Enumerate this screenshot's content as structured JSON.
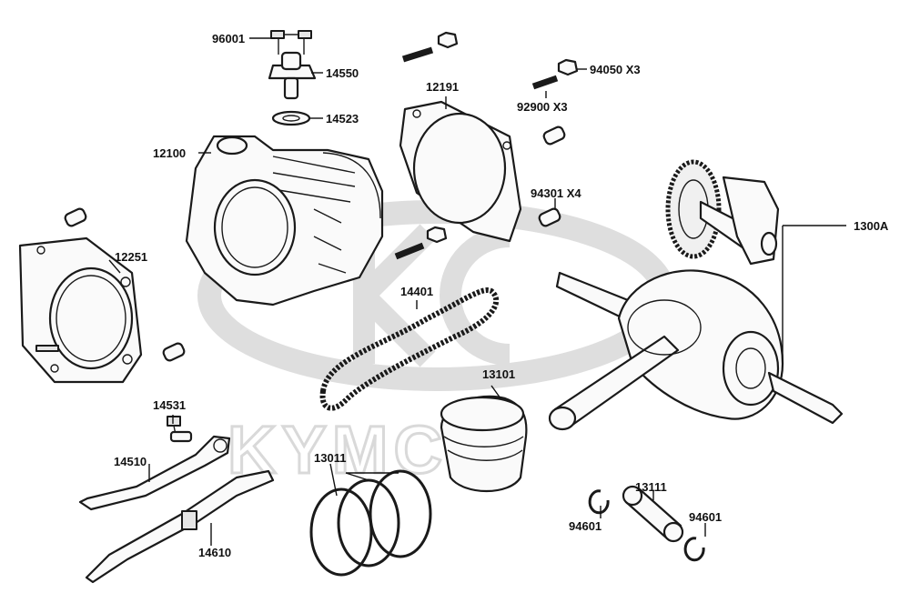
{
  "watermark": {
    "brand": "KYMCO"
  },
  "parts": {
    "p96001": "96001",
    "p14550": "14550",
    "p14523": "14523",
    "p12100": "12100",
    "p12191": "12191",
    "p94050": "94050 X3",
    "p92900": "92900 X3",
    "p94301": "94301 X4",
    "p12251": "12251",
    "p1300A": "1300A",
    "p14401": "14401",
    "p14531": "14531",
    "p13101": "13101",
    "p14510": "14510",
    "p13011": "13011",
    "p13111": "13111",
    "p94601a": "94601",
    "p94601b": "94601",
    "p14610": "14610"
  },
  "colors": {
    "line": "#1a1a1a",
    "watermark": "#d9d9d9",
    "background": "#ffffff"
  }
}
